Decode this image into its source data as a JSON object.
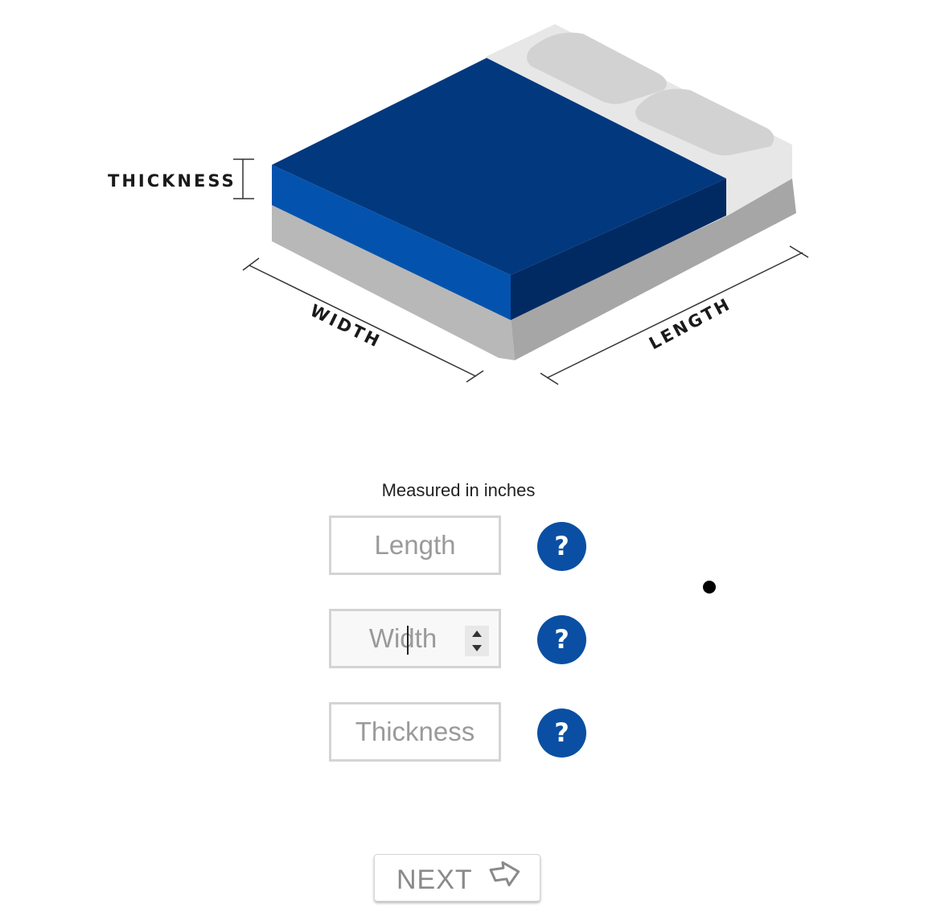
{
  "diagram": {
    "labels": {
      "thickness": "THICKNESS",
      "width": "WIDTH",
      "length": "LENGTH"
    },
    "colors": {
      "mattress_top": "#02387e",
      "mattress_side_front": "#0353ae",
      "mattress_side_right": "#022a62",
      "base_side": "#b8b8b8",
      "base_right": "#a6a6a6",
      "pillow": "#d2d2d2",
      "frame": "#e7e7e7"
    }
  },
  "form": {
    "note": "Measured in inches",
    "fields": {
      "length": {
        "placeholder": "Length",
        "value": ""
      },
      "width": {
        "placeholder": "Width",
        "value": ""
      },
      "thickness": {
        "placeholder": "Thickness",
        "value": ""
      }
    },
    "help_label": "?",
    "help_color": "#0a4fa3"
  },
  "next_button": {
    "label": "NEXT",
    "icon": "arrow-right-outline-icon"
  }
}
